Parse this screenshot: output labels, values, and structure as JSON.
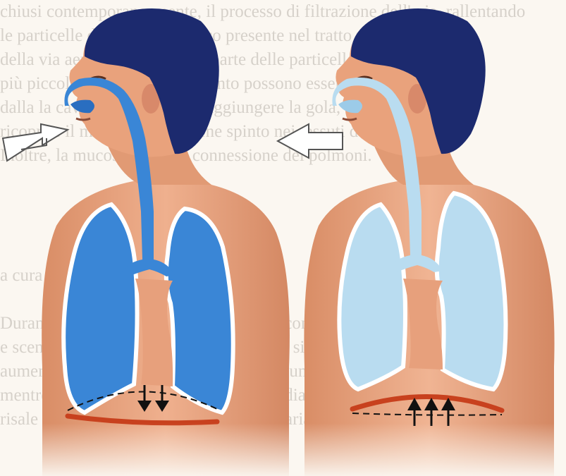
{
  "background_text": {
    "lines": [
      "chiusi contemporaneamente, il processo di filtrazione dell'aria, rallentando",
      "le particelle di polvere. Il muco presente nel tratto respiratorio",
      "della via aerea raccoglie gran parte delle particelle",
      "più piccole, mentre sul pavimento possono essere ricatturare",
      "dalla la cavità nasale, fino a raggiungere la gola,",
      "ricoprire il muco, il quale viene spinto nei tessuti dei polmoni.",
      "Inoltre, la mucosa produce connessione dei polmoni.",
      "",
      "",
      "",
      "",
      "a cura di",
      "",
      "Durante la inspirazione, il diaframma si contrae,",
      "e scende verso il basso, la cavità toracica si espande",
      "aumentando di volume, doppio respiro, aumenta",
      "mentre durante la espirazione, mentre il diaframma si rilassa",
      "risale verso l'alto e la cavità si riduce e l'aria esce"
    ]
  },
  "colors": {
    "skin": "#e8a27e",
    "skin_shadow": "#c8805c",
    "hair": "#1c2a6e",
    "airway_inhale": "#3a86d6",
    "airway_exhale": "#b9dcf0",
    "lung_outline": "#ffffff",
    "diaphragm": "#c8411e",
    "arrow": "#111111"
  },
  "panels": [
    {
      "phase": "inspiration",
      "diaphragm_arrows": [
        "down",
        "down"
      ]
    },
    {
      "phase": "expiration",
      "diaphragm_arrows": [
        "up",
        "up",
        "up"
      ]
    }
  ]
}
